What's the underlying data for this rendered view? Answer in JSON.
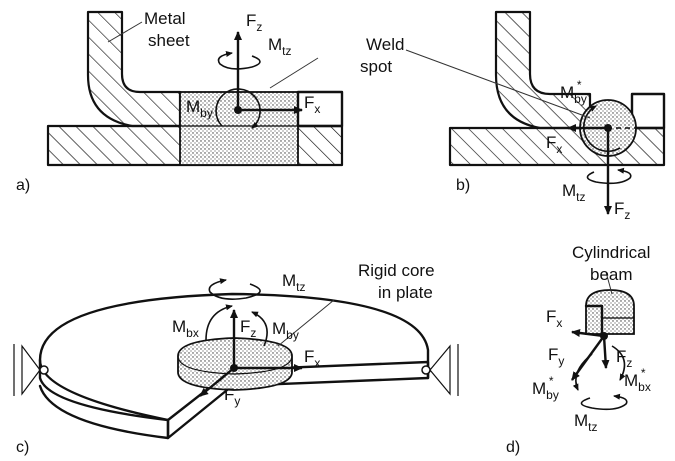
{
  "panels": {
    "a": {
      "tag": "a)",
      "labels": {
        "metal": "Metal",
        "sheet": "sheet",
        "weld": "Weld",
        "spot": "spot",
        "fz": "F",
        "fz_sub": "z",
        "mtz": "M",
        "mtz_sub": "tz",
        "mby": "M",
        "mby_sub": "by",
        "fx": "F",
        "fx_sub": "x"
      }
    },
    "b": {
      "tag": "b)",
      "labels": {
        "mby": "M",
        "mby_sub": "by",
        "mby_star": "*",
        "fx": "F",
        "fx_sub": "x",
        "mtz": "M",
        "mtz_sub": "tz",
        "fz": "F",
        "fz_sub": "z"
      }
    },
    "c": {
      "tag": "c)",
      "labels": {
        "rigid": "Rigid core",
        "inplate": "in plate",
        "mtz": "M",
        "mtz_sub": "tz",
        "mbx": "M",
        "mbx_sub": "bx",
        "fz": "F",
        "fz_sub": "z",
        "mby": "M",
        "mby_sub": "by",
        "fx": "F",
        "fx_sub": "x",
        "fy": "F",
        "fy_sub": "y"
      }
    },
    "d": {
      "tag": "d)",
      "labels": {
        "cyl": "Cylindrical",
        "beam": "beam",
        "fx": "F",
        "fx_sub": "x",
        "fy": "F",
        "fy_sub": "y",
        "fz": "F",
        "fz_sub": "z",
        "mby": "M",
        "mby_sub": "by",
        "mby_star": "*",
        "mbx": "M",
        "mbx_sub": "bx",
        "mbx_star": "*",
        "mtz": "M",
        "mtz_sub": "tz"
      }
    }
  }
}
